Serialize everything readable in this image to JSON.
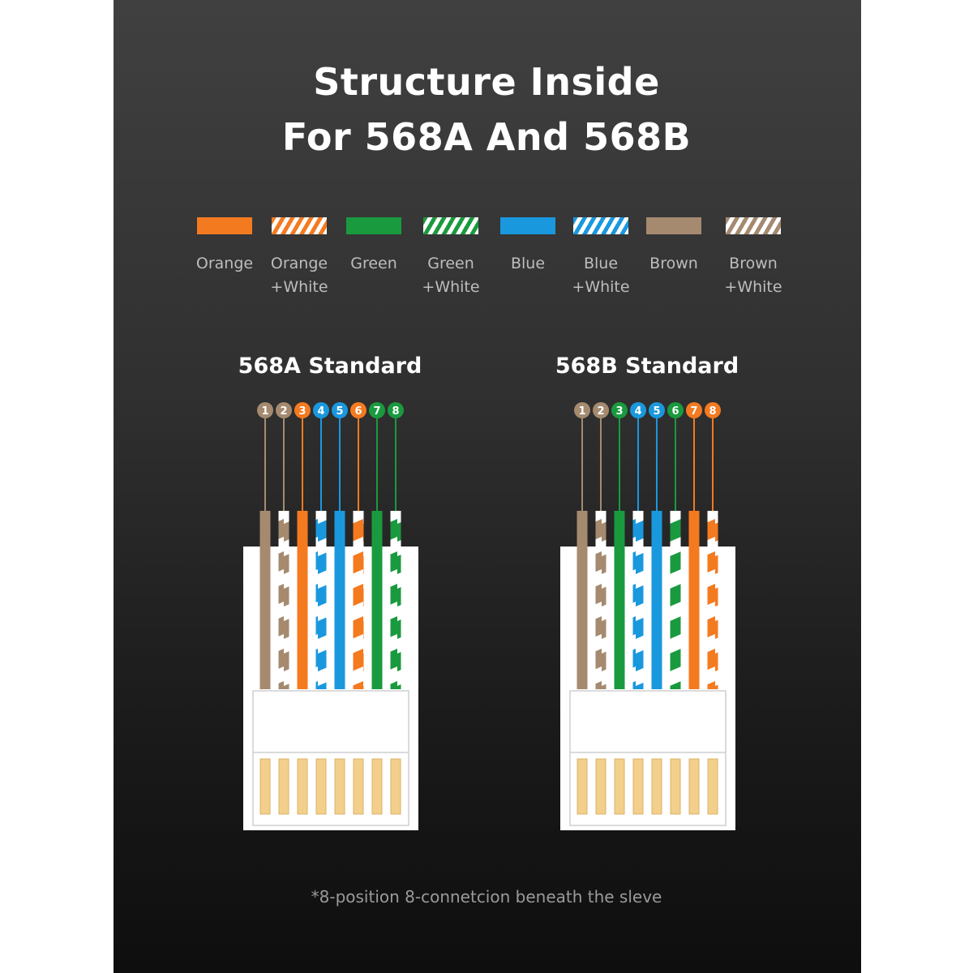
{
  "title": {
    "line1": "Structure Inside",
    "line2": "For 568A And 568B"
  },
  "colors": {
    "orange": "#f47a20",
    "green": "#1a9a3e",
    "blue": "#1a98de",
    "brown": "#a58a70",
    "white": "#ffffff",
    "gold": "#f2cf8a",
    "plug": "#ffffff"
  },
  "legend": [
    {
      "label": "Orange",
      "color": "orange",
      "striped": false
    },
    {
      "label": "Orange\n+White",
      "color": "orange",
      "striped": true
    },
    {
      "label": "Green",
      "color": "green",
      "striped": false
    },
    {
      "label": "Green\n+White",
      "color": "green",
      "striped": true
    },
    {
      "label": "Blue",
      "color": "blue",
      "striped": false
    },
    {
      "label": "Blue\n+White",
      "color": "blue",
      "striped": true
    },
    {
      "label": "Brown",
      "color": "brown",
      "striped": false
    },
    {
      "label": "Brown\n+White",
      "color": "brown",
      "striped": true
    }
  ],
  "standards": [
    {
      "name": "568A Standard",
      "pins": [
        {
          "n": "1",
          "color": "brown",
          "striped": false
        },
        {
          "n": "2",
          "color": "brown",
          "striped": true
        },
        {
          "n": "3",
          "color": "orange",
          "striped": false
        },
        {
          "n": "4",
          "color": "blue",
          "striped": true
        },
        {
          "n": "5",
          "color": "blue",
          "striped": false
        },
        {
          "n": "6",
          "color": "orange",
          "striped": true
        },
        {
          "n": "7",
          "color": "green",
          "striped": false
        },
        {
          "n": "8",
          "color": "green",
          "striped": true
        }
      ]
    },
    {
      "name": "568B Standard",
      "pins": [
        {
          "n": "1",
          "color": "brown",
          "striped": false
        },
        {
          "n": "2",
          "color": "brown",
          "striped": true
        },
        {
          "n": "3",
          "color": "green",
          "striped": false
        },
        {
          "n": "4",
          "color": "blue",
          "striped": true
        },
        {
          "n": "5",
          "color": "blue",
          "striped": false
        },
        {
          "n": "6",
          "color": "green",
          "striped": true
        },
        {
          "n": "7",
          "color": "orange",
          "striped": false
        },
        {
          "n": "8",
          "color": "orange",
          "striped": true
        }
      ]
    }
  ],
  "footnote": "*8-position 8-connetcion beneath the sleve"
}
